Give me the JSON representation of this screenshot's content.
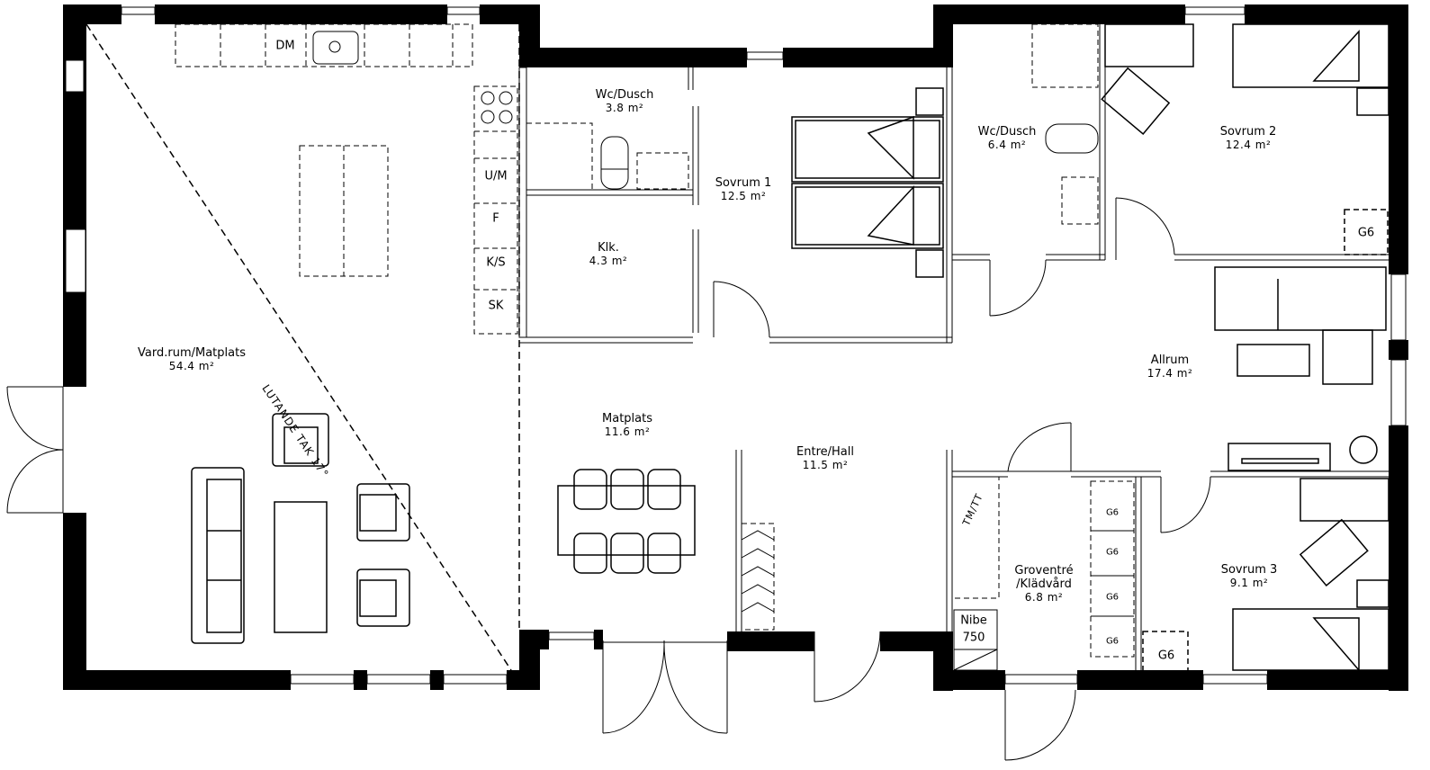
{
  "rooms": {
    "vardrum": {
      "name": "Vard.rum/Matplats",
      "area": "54.4 m²"
    },
    "wc1": {
      "name": "Wc/Dusch",
      "area": "3.8 m²"
    },
    "klk": {
      "name": "Klk.",
      "area": "4.3 m²"
    },
    "sovrum1": {
      "name": "Sovrum 1",
      "area": "12.5 m²"
    },
    "wc2": {
      "name": "Wc/Dusch",
      "area": "6.4 m²"
    },
    "sovrum2": {
      "name": "Sovrum 2",
      "area": "12.4 m²"
    },
    "allrum": {
      "name": "Allrum",
      "area": "17.4 m²"
    },
    "matplats": {
      "name": "Matplats",
      "area": "11.6 m²"
    },
    "entre": {
      "name": "Entre/Hall",
      "area": "11.5 m²"
    },
    "groventre": {
      "name": "Groventré",
      "name2": "/Klädvård",
      "area": "6.8 m²"
    },
    "sovrum3": {
      "name": "Sovrum 3",
      "area": "9.1 m²"
    }
  },
  "fixtures": {
    "dm": "DM",
    "um": "U/M",
    "f": "F",
    "ks": "K/S",
    "sk": "SK",
    "tmtt": "TM/TT",
    "nibe": "Nibe",
    "nibe_model": "750",
    "g6": "G6"
  },
  "annotations": {
    "sloped_roof": "LUTANDE TAK 17°"
  }
}
